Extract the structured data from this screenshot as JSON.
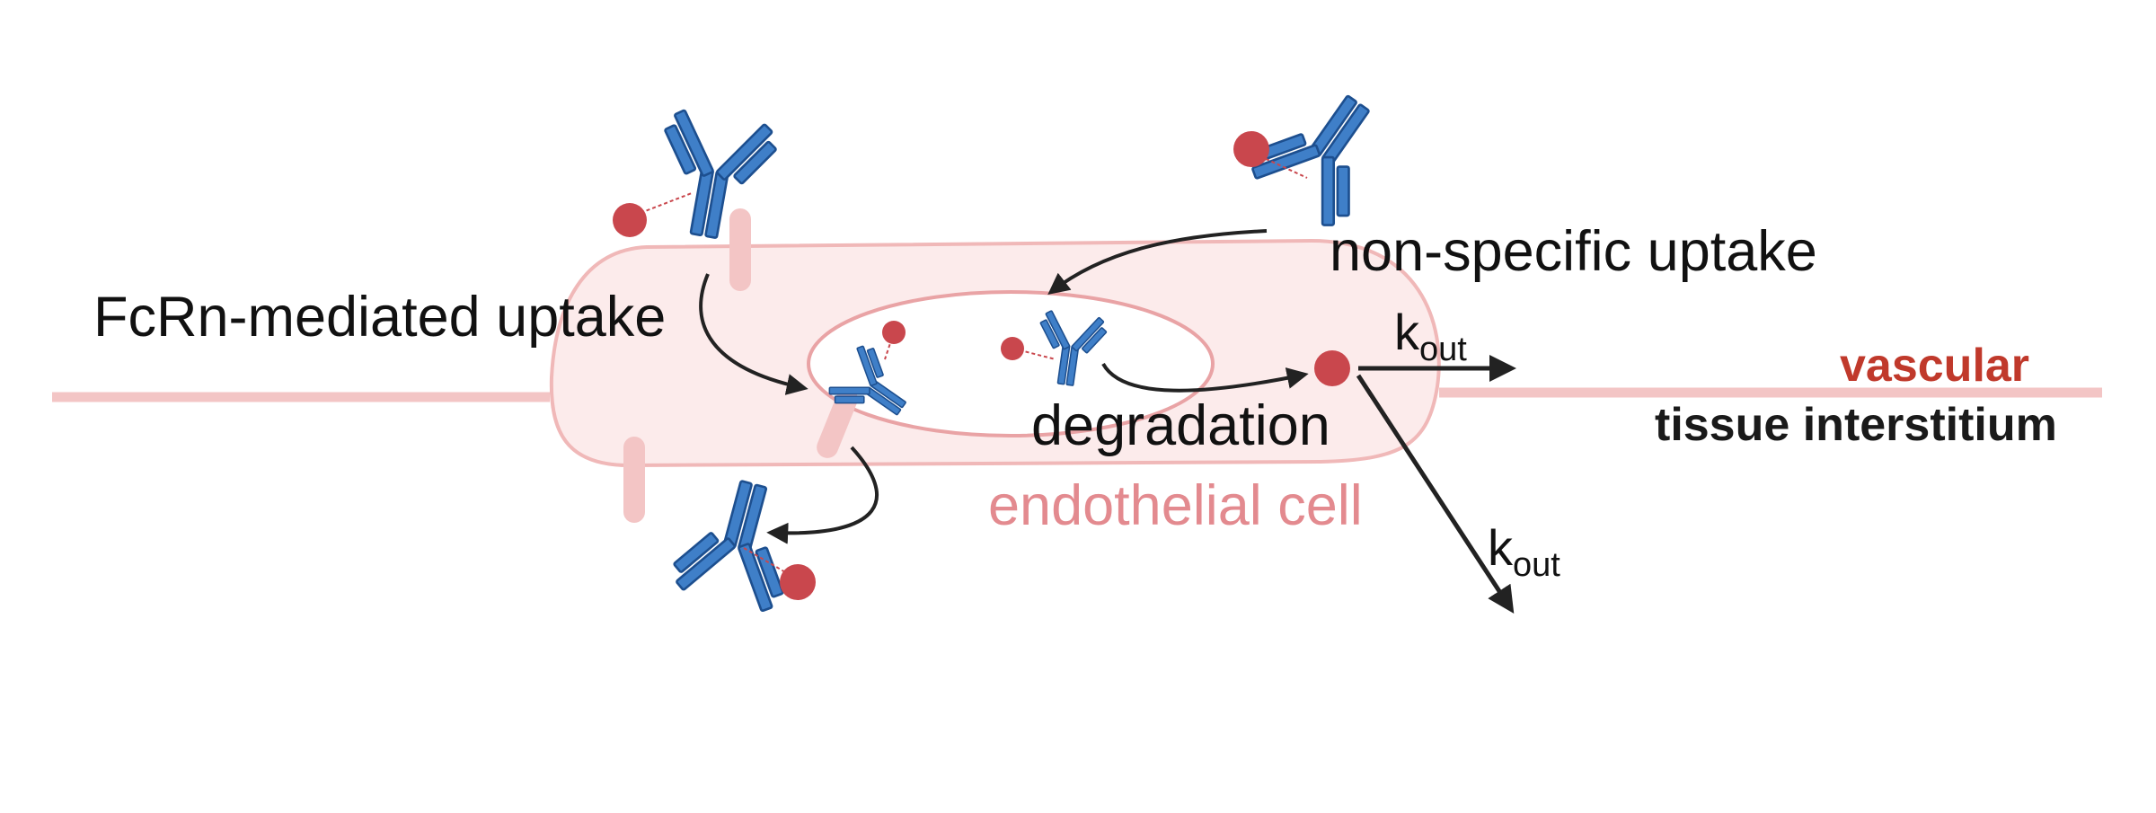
{
  "labels": {
    "fcrn": "FcRn-mediated uptake",
    "nonspecific": "non-specific uptake",
    "degradation": "degradation",
    "endothelial": "endothelial cell",
    "vascular": "vascular",
    "interstitium": "tissue interstitium",
    "k_top": "k",
    "k_top_sub": "out",
    "k_bottom": "k",
    "k_bottom_sub": "out"
  },
  "colors": {
    "antibody": "#3f7fc8",
    "antibody_stroke": "#1d4f8f",
    "payload": "#c9474d",
    "membrane": "#f3c5c5",
    "cell_fill": "#fcebeb",
    "cell_stroke": "#f0b8b8",
    "vesicle_stroke": "#e9a3a5",
    "arrow": "#222222",
    "vascular_text": "#c0392b",
    "endothelial_text": "#e38a8f",
    "interstitium_text": "#1a1a1a"
  },
  "icons": [
    "antibody-icon",
    "payload-dot-icon",
    "fcrn-receptor-icon",
    "arrow-icon"
  ]
}
